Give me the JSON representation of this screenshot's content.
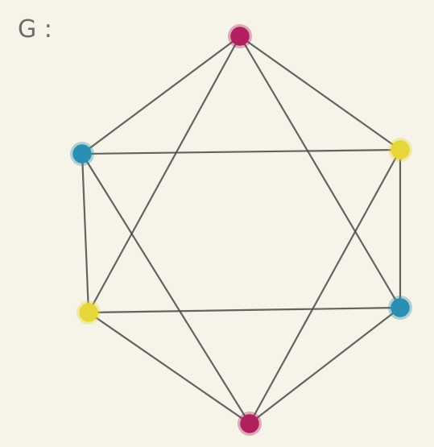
{
  "diagram": {
    "label": "G :",
    "colors": {
      "magenta": "#b0205e",
      "cyan": "#2a8fb0",
      "yellow": "#e6d63a",
      "edge": "#4a4a4a",
      "background": "#f6f3e8"
    },
    "vertices": [
      {
        "id": "top",
        "color": "magenta"
      },
      {
        "id": "upper-left",
        "color": "cyan"
      },
      {
        "id": "upper-right",
        "color": "yellow"
      },
      {
        "id": "lower-left",
        "color": "yellow"
      },
      {
        "id": "lower-right",
        "color": "cyan"
      },
      {
        "id": "bottom",
        "color": "magenta"
      }
    ],
    "edges": [
      [
        "top",
        "upper-left"
      ],
      [
        "top",
        "upper-right"
      ],
      [
        "top",
        "lower-left"
      ],
      [
        "top",
        "lower-right"
      ],
      [
        "upper-left",
        "upper-right"
      ],
      [
        "upper-left",
        "lower-left"
      ],
      [
        "upper-left",
        "bottom"
      ],
      [
        "upper-right",
        "lower-right"
      ],
      [
        "upper-right",
        "bottom"
      ],
      [
        "lower-left",
        "lower-right"
      ],
      [
        "lower-left",
        "bottom"
      ],
      [
        "lower-right",
        "bottom"
      ]
    ]
  }
}
